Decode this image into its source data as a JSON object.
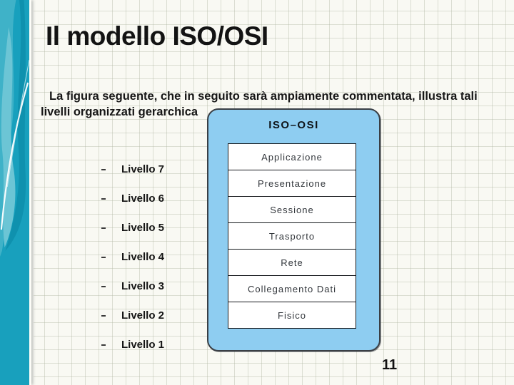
{
  "slide": {
    "title": "Il modello ISO/OSI",
    "body": {
      "line1": "La figura seguente, che in seguito sarà ampiamente commentata, illustra tali",
      "line2": "livelli organizzati gerarchica"
    },
    "page_number": "11"
  },
  "bullets": {
    "items": [
      {
        "label": "Livello 7"
      },
      {
        "label": "Livello 6"
      },
      {
        "label": "Livello 5"
      },
      {
        "label": "Livello 4"
      },
      {
        "label": "Livello 3"
      },
      {
        "label": "Livello 2"
      },
      {
        "label": "Livello 1"
      }
    ]
  },
  "diagram": {
    "title": "ISO–OSI",
    "layers": [
      "Applicazione",
      "Presentazione",
      "Sessione",
      "Trasporto",
      "Rete",
      "Collegamento Dati",
      "Fisico"
    ]
  },
  "colors": {
    "sidebar_teal": "#18a0bd",
    "sidebar_teal_light": "#5fc0d2",
    "sidebar_teal_dark": "#0f91ae",
    "diagram_fill": "#8ecdf1",
    "diagram_border": "#3a3f45",
    "text": "#141414",
    "grid_line": "#dfe2d6",
    "background": "#f9f9f3"
  }
}
